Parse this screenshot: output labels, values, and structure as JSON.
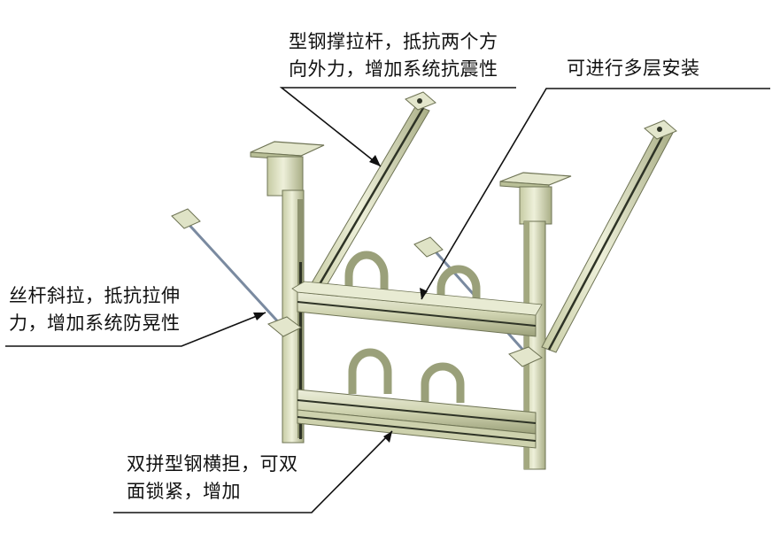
{
  "annotations": {
    "brace_strut": [
      "型钢撑拉杆，抵抗两个方",
      "向外力，增加系统抗震性"
    ],
    "multi_layer": [
      "可进行多层安装"
    ],
    "diagonal_rod": [
      "丝杆斜拉，抵抗拉伸",
      "力，增加系统防晃性"
    ],
    "double_crossarm": [
      "双拼型钢横担，可双",
      "面锁紧，增加"
    ]
  },
  "colors": {
    "steel_light": "#dfe3c6",
    "steel_mid": "#b9bf97",
    "steel_dark": "#6f7455",
    "slot": "#2e3326",
    "rod": "#7a8aa0",
    "leader": "#111111"
  }
}
